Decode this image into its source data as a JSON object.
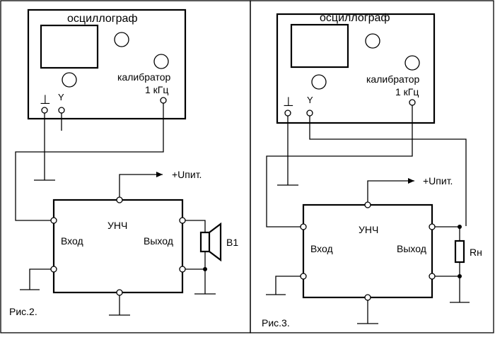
{
  "figure2": {
    "osc_title": "осциллограф",
    "calibrator": "калибратор",
    "freq": "1 кГц",
    "y_label": "Y",
    "ground_symbol": "⊥",
    "supply": "+Uпит.",
    "amp": "УНЧ",
    "input": "Вход",
    "output": "Выход",
    "speaker": "B1",
    "caption": "Рис.2."
  },
  "figure3": {
    "osc_title": "осциллограф",
    "calibrator": "калибратор",
    "freq": "1 кГц",
    "y_label": "Y",
    "ground_symbol": "⊥",
    "supply": "+Uпит.",
    "amp": "УНЧ",
    "input": "Вход",
    "output": "Выход",
    "load": "Rн",
    "caption": "Рис.3."
  }
}
